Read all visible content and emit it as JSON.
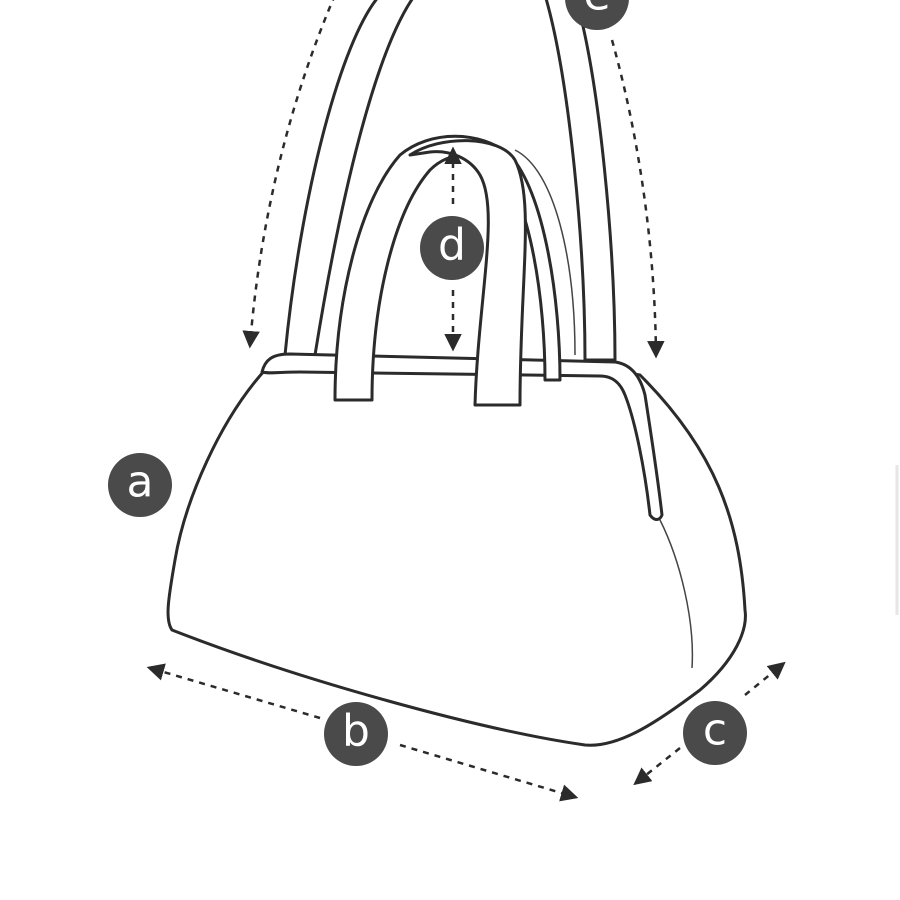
{
  "labels": {
    "a": "a",
    "b": "b",
    "c": "c",
    "d": "d",
    "e": "e"
  },
  "caption_partial": "",
  "colors": {
    "outline": "#2b2b2b",
    "badge": "#4a4a4a",
    "badge_text": "#ffffff",
    "background": "#ffffff"
  }
}
